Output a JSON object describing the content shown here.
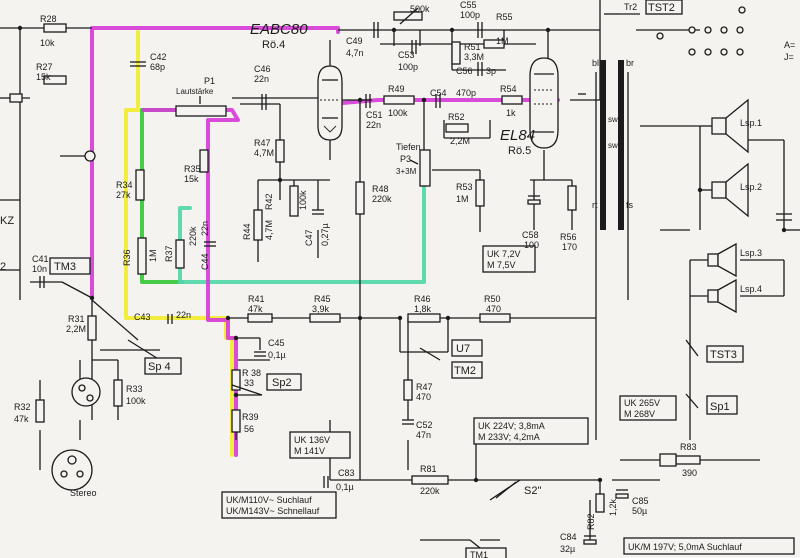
{
  "tubes": {
    "eabc80": {
      "name": "EABC80",
      "sub": "Rö.4"
    },
    "el84": {
      "name": "EL84",
      "sub": "Rö.5"
    }
  },
  "pot": {
    "p1": "P1",
    "p1_label": "Lautstärke",
    "p3_top": "Tiefen",
    "p3": "P3",
    "p3_val": "3+3M"
  },
  "resistors": [
    {
      "id": "R28",
      "name": "R28",
      "val": "10k"
    },
    {
      "id": "R27",
      "name": "R27",
      "val": "15k"
    },
    {
      "id": "R34",
      "name": "R34",
      "val": "27k"
    },
    {
      "id": "R35",
      "name": "R35",
      "val": "15k"
    },
    {
      "id": "R36",
      "name": "R36",
      "val": "1M"
    },
    {
      "id": "R37",
      "name": "R37",
      "val": "220k"
    },
    {
      "id": "R47a",
      "name": "R47",
      "val": "4,7M"
    },
    {
      "id": "R42",
      "name": "R42",
      "val": "100k"
    },
    {
      "id": "R44",
      "name": "R44",
      "val": "4,7M"
    },
    {
      "id": "R48",
      "name": "R48",
      "val": "220k"
    },
    {
      "id": "R49",
      "name": "R49",
      "val": "100k"
    },
    {
      "id": "R52",
      "name": "R52",
      "val": "2,2M"
    },
    {
      "id": "R53",
      "name": "R53",
      "val": "1M"
    },
    {
      "id": "R54",
      "name": "R54",
      "val": "1k"
    },
    {
      "id": "R55",
      "name": "R55",
      "val": "1M"
    },
    {
      "id": "R51",
      "name": "R51",
      "val": "3,3M"
    },
    {
      "id": "R56",
      "name": "R56",
      "val": "170"
    },
    {
      "id": "R41",
      "name": "R41",
      "val": "47k"
    },
    {
      "id": "R45",
      "name": "R45",
      "val": "3,9k"
    },
    {
      "id": "R46",
      "name": "R46",
      "val": "1,8k"
    },
    {
      "id": "R50",
      "name": "R50",
      "val": "470"
    },
    {
      "id": "R47b",
      "name": "R47",
      "val": "470"
    },
    {
      "id": "R38",
      "name": "R 38",
      "val": "33"
    },
    {
      "id": "R39",
      "name": "R39",
      "val": "56"
    },
    {
      "id": "R31",
      "name": "R31",
      "val": "2,2M"
    },
    {
      "id": "R33",
      "name": "R33",
      "val": "100k"
    },
    {
      "id": "R32",
      "name": "R32",
      "val": "47k"
    },
    {
      "id": "R81",
      "name": "R81",
      "val": "220k"
    },
    {
      "id": "R82",
      "name": "R82",
      "val": "1,2k"
    },
    {
      "id": "R83",
      "name": "R83",
      "val": "390"
    }
  ],
  "capacitors": [
    {
      "id": "C42",
      "name": "C42",
      "val": "68p"
    },
    {
      "id": "C46",
      "name": "C46",
      "val": "22n"
    },
    {
      "id": "C49",
      "name": "C49",
      "val": "4,7n"
    },
    {
      "id": "C53",
      "name": "C53",
      "val": "100p"
    },
    {
      "id": "C55",
      "name": "C55",
      "val": "100p"
    },
    {
      "id": "C56",
      "name": "C56",
      "val": "3p"
    },
    {
      "id": "C51",
      "name": "C51",
      "val": "22n"
    },
    {
      "id": "C54",
      "name": "C54",
      "val": "470p"
    },
    {
      "id": "C47",
      "name": "C47",
      "val": "0,27µ"
    },
    {
      "id": "C44",
      "name": "C44",
      "val": "22n"
    },
    {
      "id": "C43",
      "name": "C43",
      "val": "22n"
    },
    {
      "id": "C45",
      "name": "C45",
      "val": "0,1µ"
    },
    {
      "id": "C52",
      "name": "C52",
      "val": "47n"
    },
    {
      "id": "C41",
      "name": "C41",
      "val": "10n"
    },
    {
      "id": "C58",
      "name": "C58",
      "val": "100"
    },
    {
      "id": "C83",
      "name": "C83",
      "val": "0,1µ"
    },
    {
      "id": "C85",
      "name": "C85",
      "val": "50µ"
    },
    {
      "id": "C84",
      "name": "C84",
      "val": "32µ"
    }
  ],
  "misc": {
    "pot500k": "500k",
    "tr2": "Tr2",
    "tst2": "TST2",
    "tm3": "TM3",
    "sp4": "Sp 4",
    "sp2": "Sp2",
    "u7": "U7",
    "tm2": "TM2",
    "tst3": "TST3",
    "sp1": "Sp1",
    "s2": "S2\"",
    "tm1": "TM1",
    "stereo": "Stereo",
    "lsp1": "Lsp.1",
    "lsp2": "Lsp.2",
    "lsp3": "Lsp.3",
    "lsp4": "Lsp.4",
    "bl": "bl",
    "br": "br",
    "sw1": "sw",
    "sw2": "sw",
    "rt": "rt",
    "fs": "fs",
    "kz": "KZ",
    "num2": "2",
    "ae": "A=",
    "je": "J="
  },
  "voltages": {
    "el84": {
      "l1": "UK 7,2V",
      "l2": "M  7,5V"
    },
    "uk136": {
      "l1": "UK 136V",
      "l2": "M  141V"
    },
    "uk224": {
      "l1": "UK 224V; 3,8mA",
      "l2": "M 233V; 4,2mA"
    },
    "uk265": {
      "l1": "UK 265V",
      "l2": "M  268V"
    },
    "suchlauf": {
      "l1": "UK/M110V~ Suchlauf",
      "l2": "UK/M143V~ Schnellauf"
    },
    "uk197": {
      "l1": "UK/M 197V; 5,0mA Suchlauf"
    }
  },
  "highlight_colors": {
    "magenta": "#d63ad6",
    "yellow": "#f2ec2a",
    "green": "#33c633",
    "teal": "#4fd6a6"
  }
}
